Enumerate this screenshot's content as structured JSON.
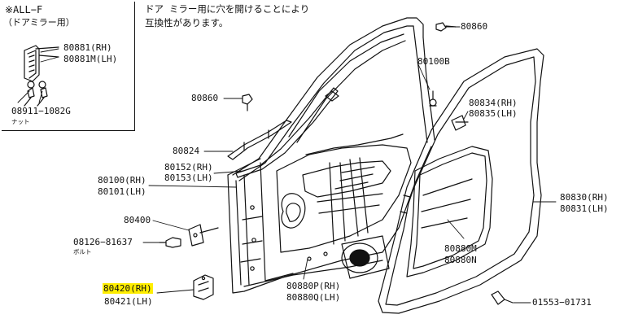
{
  "inset": {
    "title_line1": "※ALL−F",
    "title_line2": "（ドアミラー用）",
    "part_rh": "80881(RH)",
    "part_lh": "80881M(LH)",
    "nut_part": "08911−1082G",
    "nut_label": "ナット"
  },
  "note": {
    "line1": "ドア ミラー用に穴を開けることにより",
    "line2": "互換性があります。"
  },
  "parts": {
    "p80860_top": "80860",
    "p80100b": "80100B",
    "p80860_left": "80860",
    "p80834": "80834(RH)",
    "p80835": "80835(LH)",
    "p80824": "80824",
    "p80152": "80152(RH)",
    "p80153": "80153(LH)",
    "p80100": "80100(RH)",
    "p80101": "80101(LH)",
    "p80830": "80830(RH)",
    "p80831": "80831(LH)",
    "p80400": "80400",
    "p08126": "08126−81637",
    "p08126_sub": "ボルト",
    "p80880m": "80880M",
    "p80880n": "80880N",
    "p80420": "80420(RH)",
    "p80421": "80421(LH)",
    "p80880p": "80880P(RH)",
    "p80880q": "80880Q(LH)",
    "p01553": "01553−01731"
  },
  "colors": {
    "highlight": "#ffee00",
    "line": "#111111"
  }
}
